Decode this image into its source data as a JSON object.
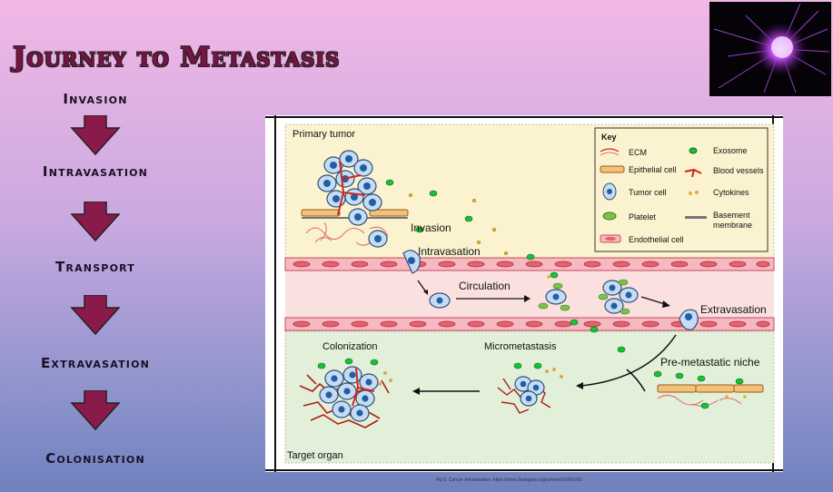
{
  "title": "Journey to Metastasis",
  "steps": [
    {
      "label": "Invasion"
    },
    {
      "label": "Intravasation"
    },
    {
      "label": "Transport"
    },
    {
      "label": "Extravasation"
    },
    {
      "label": "Colonisation"
    }
  ],
  "diagram": {
    "regions": {
      "primary": "Primary tumor",
      "target": "Target organ"
    },
    "labels": {
      "invasion": "Invasion",
      "intravasation": "Intravasation",
      "circulation": "Circulation",
      "extravasation": "Extravasation",
      "colonization": "Colonization",
      "micrometastasis": "Micrometastasis",
      "premetastatic": "Pre-metastatic niche"
    },
    "key": {
      "title": "Key",
      "items": {
        "ecm": "ECM",
        "epithelial": "Epithelial cell",
        "tumor": "Tumor cell",
        "platelet": "Platelet",
        "endothelial": "Endothelial cell",
        "exosome": "Exosome",
        "vessels": "Blood vessels",
        "cytokines": "Cytokines",
        "basement1": "Basement",
        "basement2": "membrane"
      }
    }
  },
  "caption": "Fig 5. Cancer Intravasation. https://dmm.biologists.org/content/10/9/1061",
  "colors": {
    "title": "#7a1244",
    "arrow": "#8a1a4a",
    "primary_bg": "#fbf3cf",
    "vessel_bg": "#fbe0e0",
    "target_bg": "#e2efd9"
  }
}
